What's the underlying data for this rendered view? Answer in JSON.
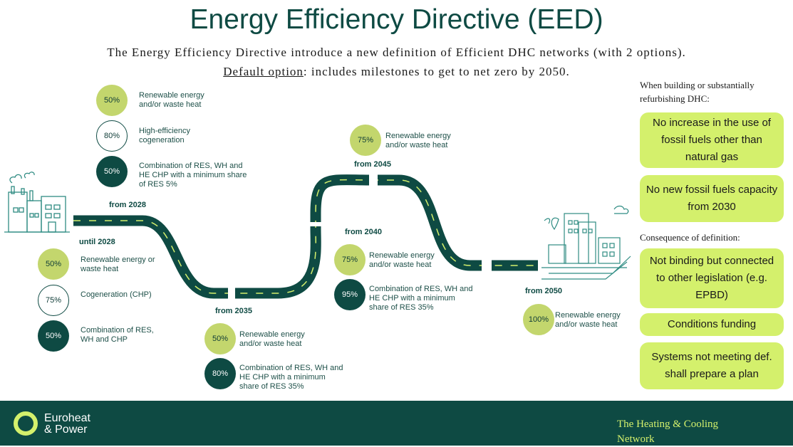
{
  "title": "Energy Efficiency Directive (EED)",
  "subtitle_line1": "The Energy Efficiency Directive introduce a new definition of Efficient DHC networks (with 2 options).",
  "subtitle_line2_underlined": "Default option",
  "subtitle_line2_rest": ": includes milestones to get to net zero by 2050.",
  "colors": {
    "dark_green": "#0e4a43",
    "lime": "#c3d66d",
    "bright_lime": "#d4f06c",
    "road_line": "#d4f06c"
  },
  "milestones": {
    "until_2028": {
      "label": "until 2028",
      "items": [
        {
          "percent": "50%",
          "text": "Renewable energy or waste heat",
          "style": "lime"
        },
        {
          "percent": "75%",
          "text": "Cogeneration (CHP)",
          "style": "outline"
        },
        {
          "percent": "50%",
          "text": "Combination of RES, WH and CHP",
          "style": "dark"
        }
      ]
    },
    "from_2028": {
      "label": "from 2028",
      "items": [
        {
          "percent": "50%",
          "text": "Renewable energy and/or waste heat",
          "style": "lime"
        },
        {
          "percent": "80%",
          "text": "High-efficiency cogeneration",
          "style": "outline"
        },
        {
          "percent": "50%",
          "text": "Combination of RES, WH and HE CHP with a minimum share of RES 5%",
          "style": "dark"
        }
      ]
    },
    "from_2035": {
      "label": "from 2035",
      "items": [
        {
          "percent": "50%",
          "text": "Renewable energy and/or waste heat",
          "style": "lime"
        },
        {
          "percent": "80%",
          "text": "Combination of RES, WH and HE CHP with a minimum share of RES 35%",
          "style": "dark"
        }
      ]
    },
    "from_2040": {
      "label": "from 2040",
      "items": [
        {
          "percent": "75%",
          "text": "Renewable energy and/or waste heat",
          "style": "lime"
        },
        {
          "percent": "95%",
          "text": "Combination of RES, WH and HE CHP with a minimum share of RES 35%",
          "style": "dark"
        }
      ]
    },
    "from_2045": {
      "label": "from 2045",
      "items": [
        {
          "percent": "75%",
          "text": "Renewable energy and/or waste heat",
          "style": "lime"
        }
      ]
    },
    "from_2050": {
      "label": "from 2050",
      "items": [
        {
          "percent": "100%",
          "text": "Renewable energy and/or waste heat",
          "style": "lime"
        }
      ]
    }
  },
  "right_panel": {
    "heading1": "When building or substantially refurbishing DHC:",
    "boxes1": [
      "No increase in the use of fossil fuels other than natural gas",
      "No new fossil fuels capacity from 2030"
    ],
    "heading2": "Consequence of definition:",
    "boxes2": [
      "Not binding but connected to other legislation (e.g. EPBD)",
      "Conditions funding",
      "Systems not meeting def. shall prepare a plan"
    ]
  },
  "footer": {
    "logo_line1": "Euroheat",
    "logo_line2": "& Power",
    "tagline_line1": "The Heating & Cooling",
    "tagline_line2": "Network"
  },
  "icons": [
    "factory-icon",
    "city-icon",
    "logo-ring-icon"
  ]
}
